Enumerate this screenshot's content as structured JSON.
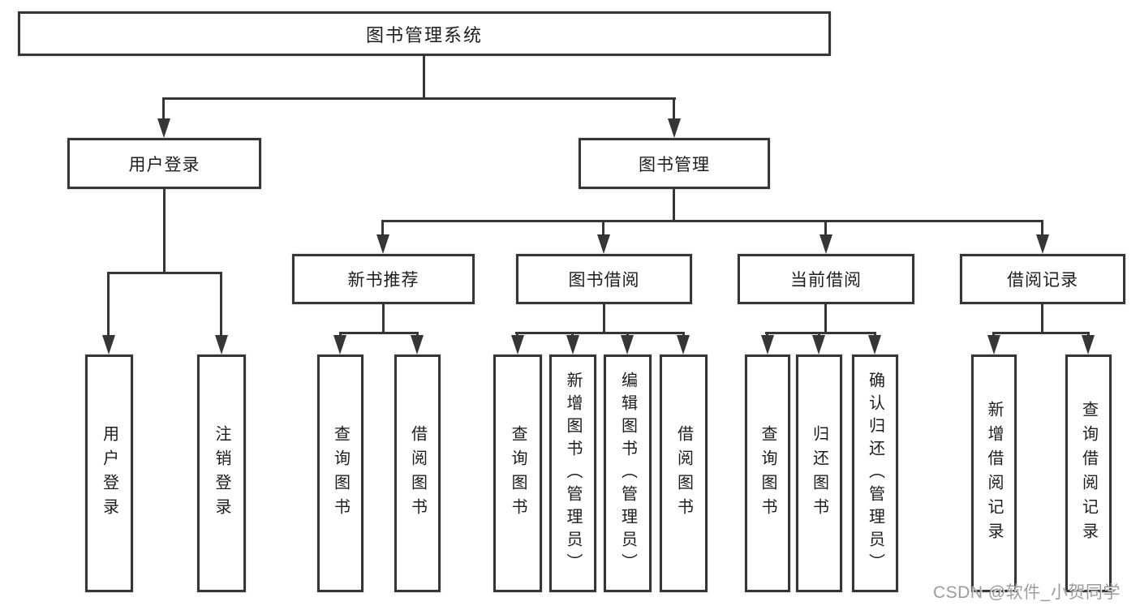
{
  "title": "图书管理系统",
  "watermark": {
    "text": "CSDN @软件_小贺同学"
  },
  "colors": {
    "line": "#363636",
    "text": "#1d1d1d",
    "watermark": "#9c9c9c",
    "background": "#ffffff"
  },
  "hierarchy": {
    "root": {
      "label": "图书管理系统",
      "children": [
        {
          "label": "用户登录",
          "children": [
            {
              "label": "用户登录"
            },
            {
              "label": "注销登录"
            }
          ]
        },
        {
          "label": "图书管理",
          "children": [
            {
              "label": "新书推荐",
              "children": [
                {
                  "label": "查询图书"
                },
                {
                  "label": "借阅图书"
                }
              ]
            },
            {
              "label": "图书借阅",
              "children": [
                {
                  "label": "查询图书"
                },
                {
                  "label": "新增图书（管理员）"
                },
                {
                  "label": "编辑图书（管理员）"
                },
                {
                  "label": "借阅图书"
                }
              ]
            },
            {
              "label": "当前借阅",
              "children": [
                {
                  "label": "查询图书"
                },
                {
                  "label": "归还图书"
                },
                {
                  "label": "确认归还（管理员）"
                }
              ]
            },
            {
              "label": "借阅记录",
              "children": [
                {
                  "label": "新增借阅记录"
                },
                {
                  "label": "查询借阅记录"
                }
              ]
            }
          ]
        }
      ]
    }
  }
}
